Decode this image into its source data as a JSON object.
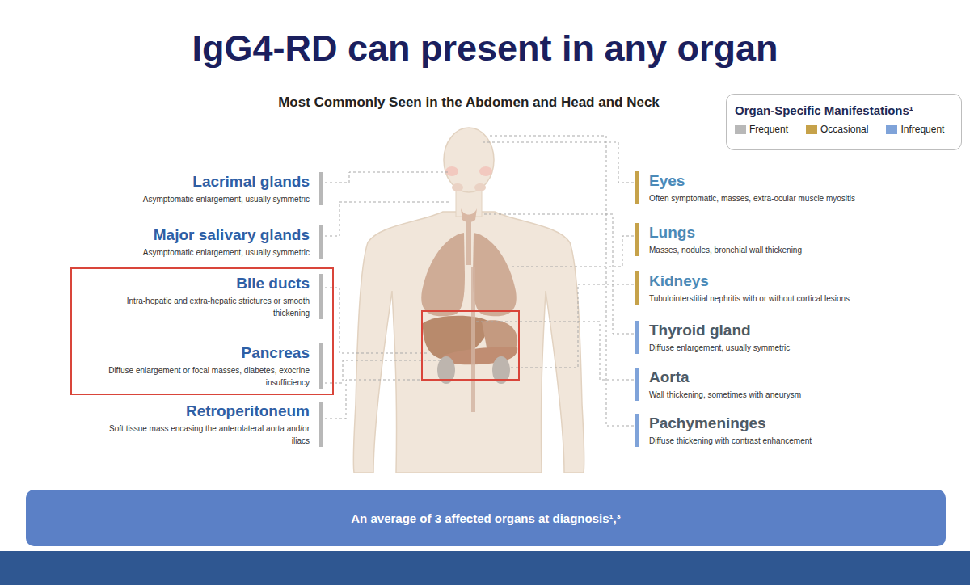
{
  "diagram": {
    "title": "IgG4-RD can present in any organ",
    "nodes": [
      {
        "text": [
          "Lacrimal glands",
          "Asymptomatic enlargement, usually symmetric"
        ]
      },
      {
        "text": [
          "Major salivary glands",
          "Asymptomatic enlargement, usually symmetric"
        ]
      },
      {
        "text": [
          "Bile ducts",
          "Intra-hepatic and extra-hepatic strictures or smooth thickening"
        ]
      },
      {
        "text": [
          "Pancreas",
          "Diffuse enlargement or focal masses, diabetes, exocrine insufficiency"
        ]
      },
      {
        "text": [
          "Retroperitoneum",
          "Soft tissue mass encasing the anterolateral aorta and/or iliacs"
        ]
      },
      {
        "text": [
          "Eyes",
          "Often symptomatic, masses, extra-ocular muscle myositis"
        ]
      },
      {
        "text": [
          "Lungs",
          "Masses, nodules, bronchial wall thickening"
        ]
      },
      {
        "text": [
          "Kidneys",
          "Tubulointerstitial nephritis with or without cortical lesions"
        ]
      },
      {
        "text": [
          "Thyroid gland",
          "Diffuse enlargement, usually symmetric"
        ]
      },
      {
        "text": [
          "Aorta",
          "Wall thickening, sometimes with aneurysm"
        ]
      },
      {
        "text": [
          "Pachymeninges",
          "Diffuse thickening with contrast enhancement"
        ]
      },
      {
        "text": [
          "An average of 3 affected organs at diagnosis¹,³"
        ]
      }
    ],
    "edges": [],
    "labels": [
      "Most Commonly Seen in the Abdomen and Head and Neck",
      "Organ-Specific Manifestations¹"
    ],
    "legend": [
      {
        "text": "Frequent",
        "color": "#b8b8b8"
      },
      {
        "text": "Occasional",
        "color": "#c6a24a"
      },
      {
        "text": "Infrequent",
        "color": "#7fa3d9"
      }
    ]
  }
}
